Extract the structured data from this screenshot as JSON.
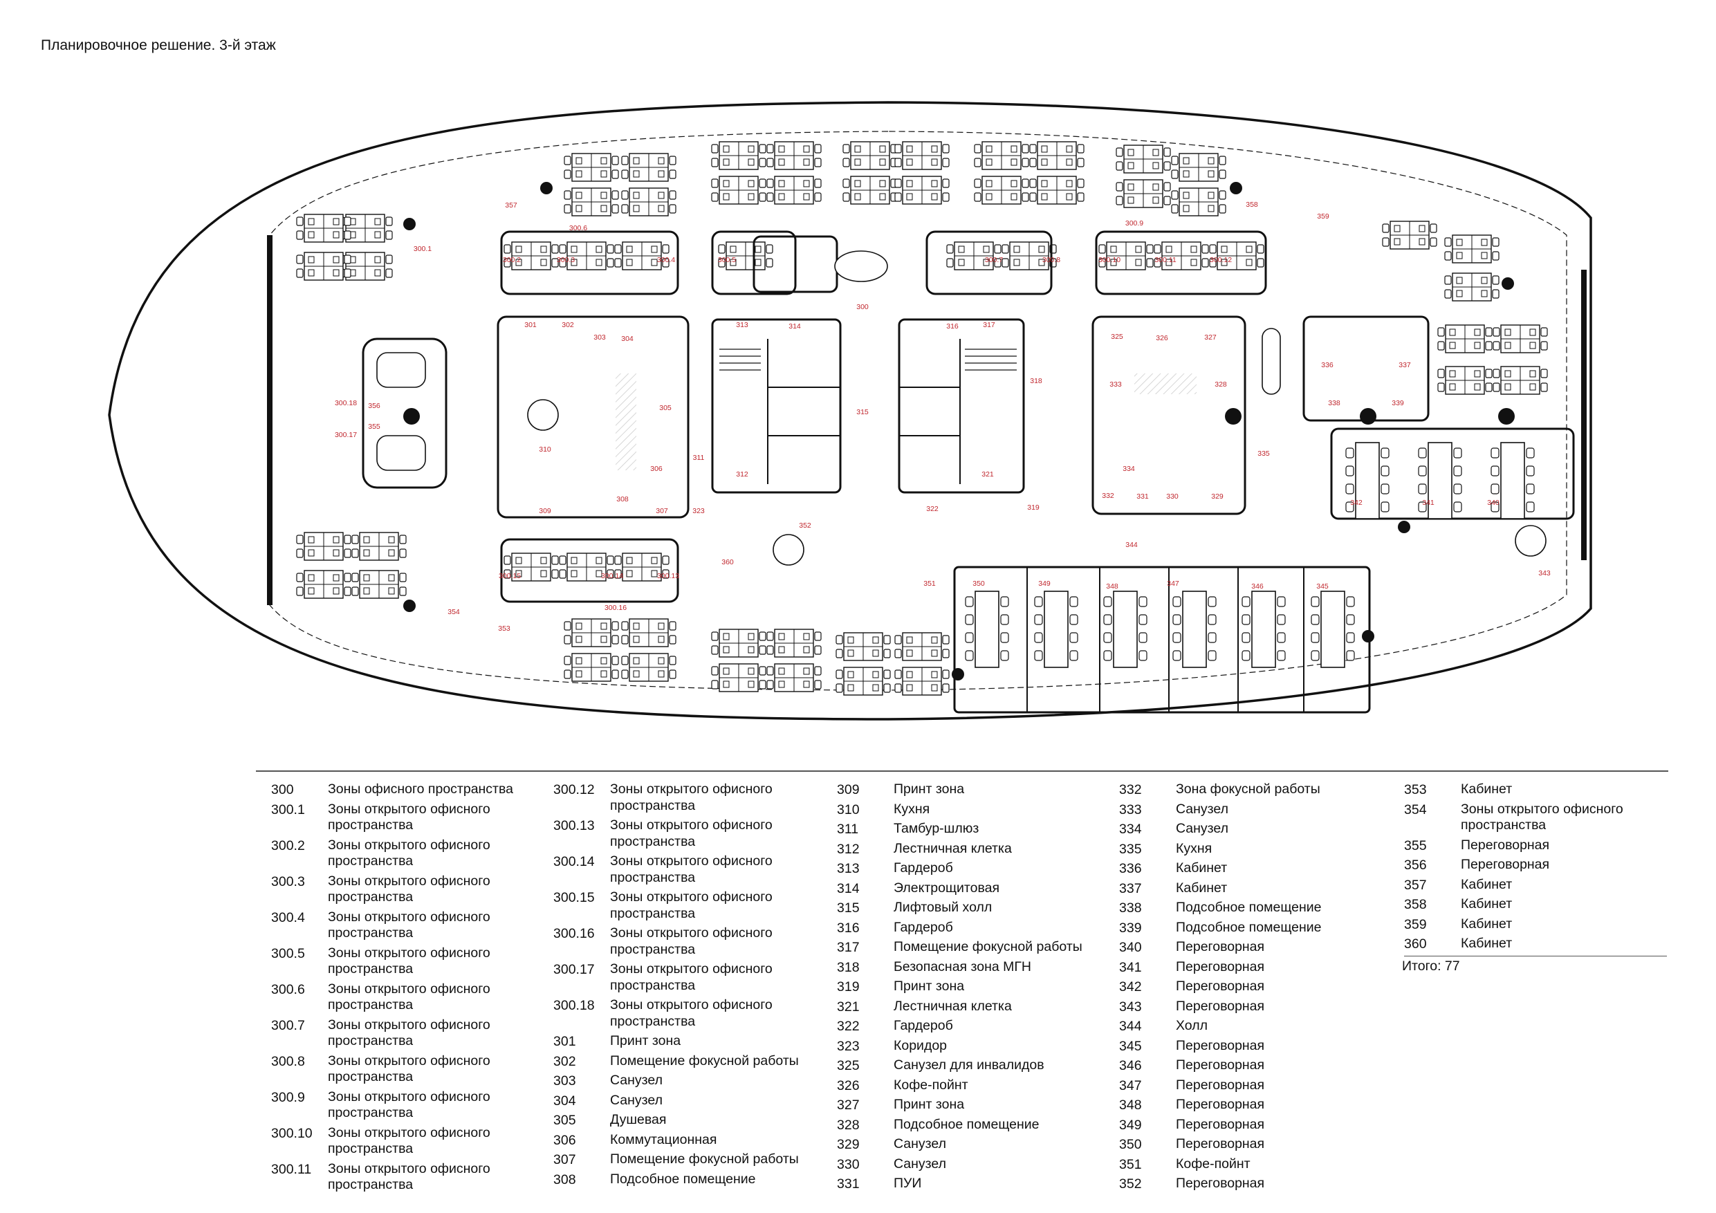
{
  "title": "Планировочное решение. 3-й этаж",
  "colors": {
    "line": "#111111",
    "label": "#c0262d",
    "hatch": "#9aa",
    "accent_blue": "#6fa8dc"
  },
  "plan_labels": {
    "r300": "300",
    "r300_1": "300.1",
    "r300_2": "300.2",
    "r300_3": "300.3",
    "r300_4": "300.4",
    "r300_5": "300.5",
    "r300_6": "300.6",
    "r300_7": "300.7",
    "r300_8": "300.8",
    "r300_9": "300.9",
    "r300_10": "300.10",
    "r300_11": "300.11",
    "r300_12": "300.12",
    "r300_13": "300.13",
    "r300_14": "300.14",
    "r300_15": "300.15",
    "r300_16": "300.16",
    "r300_17": "300.17",
    "r300_18": "300.18",
    "r301": "301",
    "r302": "302",
    "r303": "303",
    "r304": "304",
    "r305": "305",
    "r306": "306",
    "r307": "307",
    "r308": "308",
    "r309": "309",
    "r310": "310",
    "r311": "311",
    "r312": "312",
    "r313": "313",
    "r314": "314",
    "r315": "315",
    "r316": "316",
    "r317": "317",
    "r318": "318",
    "r319": "319",
    "r321": "321",
    "r322": "322",
    "r323": "323",
    "r325": "325",
    "r326": "326",
    "r327": "327",
    "r328": "328",
    "r329": "329",
    "r330": "330",
    "r331": "331",
    "r332": "332",
    "r333": "333",
    "r334": "334",
    "r335": "335",
    "r336": "336",
    "r337": "337",
    "r338": "338",
    "r339": "339",
    "r340": "340",
    "r341": "341",
    "r342": "342",
    "r343": "343",
    "r344": "344",
    "r345": "345",
    "r346": "346",
    "r347": "347",
    "r348": "348",
    "r349": "349",
    "r350": "350",
    "r351": "351",
    "r352": "352",
    "r353": "353",
    "r354": "354",
    "r355": "355",
    "r356": "356",
    "r357": "357",
    "r358": "358",
    "r359": "359",
    "r360": "360"
  },
  "legend": {
    "col1": [
      {
        "num": "300",
        "text": "Зоны офисного пространства"
      },
      {
        "num": "300.1",
        "text": "Зоны открытого офисного пространства"
      },
      {
        "num": "300.2",
        "text": "Зоны открытого офисного пространства"
      },
      {
        "num": "300.3",
        "text": "Зоны открытого офисного пространства"
      },
      {
        "num": "300.4",
        "text": "Зоны открытого офисного пространства"
      },
      {
        "num": "300.5",
        "text": "Зоны открытого офисного пространства"
      },
      {
        "num": "300.6",
        "text": "Зоны открытого офисного пространства"
      },
      {
        "num": "300.7",
        "text": "Зоны открытого офисного пространства"
      },
      {
        "num": "300.8",
        "text": "Зоны открытого офисного пространства"
      },
      {
        "num": "300.9",
        "text": "Зоны открытого офисного пространства"
      },
      {
        "num": "300.10",
        "text": "Зоны открытого офисного пространства"
      },
      {
        "num": "300.11",
        "text": "Зоны открытого офисного пространства"
      }
    ],
    "col2": [
      {
        "num": "300.12",
        "text": "Зоны открытого офисного пространства"
      },
      {
        "num": "300.13",
        "text": "Зоны открытого офисного пространства"
      },
      {
        "num": "300.14",
        "text": "Зоны открытого офисного пространства"
      },
      {
        "num": "300.15",
        "text": "Зоны открытого офисного пространства"
      },
      {
        "num": "300.16",
        "text": "Зоны открытого офисного пространства"
      },
      {
        "num": "300.17",
        "text": "Зоны открытого офисного пространства"
      },
      {
        "num": "300.18",
        "text": "Зоны открытого офисного пространства"
      },
      {
        "num": "301",
        "text": "Принт зона"
      },
      {
        "num": "302",
        "text": "Помещение фокусной работы"
      },
      {
        "num": "303",
        "text": "Санузел"
      },
      {
        "num": "304",
        "text": "Санузел"
      },
      {
        "num": "305",
        "text": "Душевая"
      },
      {
        "num": "306",
        "text": "Коммутационная"
      },
      {
        "num": "307",
        "text": "Помещение фокусной работы"
      },
      {
        "num": "308",
        "text": "Подсобное помещение"
      }
    ],
    "col3": [
      {
        "num": "309",
        "text": "Принт зона"
      },
      {
        "num": "310",
        "text": "Кухня"
      },
      {
        "num": "311",
        "text": "Тамбур-шлюз"
      },
      {
        "num": "312",
        "text": "Лестничная клетка"
      },
      {
        "num": "313",
        "text": "Гардероб"
      },
      {
        "num": "314",
        "text": "Электрощитовая"
      },
      {
        "num": "315",
        "text": "Лифтовый холл"
      },
      {
        "num": "316",
        "text": "Гардероб"
      },
      {
        "num": "317",
        "text": "Помещение фокусной работы"
      },
      {
        "num": "318",
        "text": "Безопасная зона МГН"
      },
      {
        "num": "319",
        "text": "Принт зона"
      },
      {
        "num": "321",
        "text": "Лестничная клетка"
      },
      {
        "num": "322",
        "text": "Гардероб"
      },
      {
        "num": "323",
        "text": "Коридор"
      },
      {
        "num": "325",
        "text": "Санузел для инвалидов"
      },
      {
        "num": "326",
        "text": "Кофе-пойнт"
      },
      {
        "num": "327",
        "text": "Принт зона"
      },
      {
        "num": "328",
        "text": "Подсобное помещение"
      },
      {
        "num": "329",
        "text": "Санузел"
      },
      {
        "num": "330",
        "text": "Санузел"
      },
      {
        "num": "331",
        "text": "ПУИ"
      }
    ],
    "col4": [
      {
        "num": "332",
        "text": "Зона фокусной работы"
      },
      {
        "num": "333",
        "text": "Санузел"
      },
      {
        "num": "334",
        "text": "Санузел"
      },
      {
        "num": "335",
        "text": "Кухня"
      },
      {
        "num": "336",
        "text": "Кабинет"
      },
      {
        "num": "337",
        "text": "Кабинет"
      },
      {
        "num": "338",
        "text": "Подсобное помещение"
      },
      {
        "num": "339",
        "text": "Подсобное помещение"
      },
      {
        "num": "340",
        "text": "Переговорная"
      },
      {
        "num": "341",
        "text": "Переговорная"
      },
      {
        "num": "342",
        "text": "Переговорная"
      },
      {
        "num": "343",
        "text": "Переговорная"
      },
      {
        "num": "344",
        "text": "Холл"
      },
      {
        "num": "345",
        "text": "Переговорная"
      },
      {
        "num": "346",
        "text": "Переговорная"
      },
      {
        "num": "347",
        "text": "Переговорная"
      },
      {
        "num": "348",
        "text": "Переговорная"
      },
      {
        "num": "349",
        "text": "Переговорная"
      },
      {
        "num": "350",
        "text": "Переговорная"
      },
      {
        "num": "351",
        "text": "Кофе-пойнт"
      },
      {
        "num": "352",
        "text": "Переговорная"
      }
    ],
    "col5": [
      {
        "num": "353",
        "text": "Кабинет"
      },
      {
        "num": "354",
        "text": "Зоны открытого офисного пространства"
      },
      {
        "num": "355",
        "text": "Переговорная"
      },
      {
        "num": "356",
        "text": "Переговорная"
      },
      {
        "num": "357",
        "text": "Кабинет"
      },
      {
        "num": "358",
        "text": "Кабинет"
      },
      {
        "num": "359",
        "text": "Кабинет"
      },
      {
        "num": "360",
        "text": "Кабинет"
      }
    ],
    "total": "Итого: 77"
  }
}
